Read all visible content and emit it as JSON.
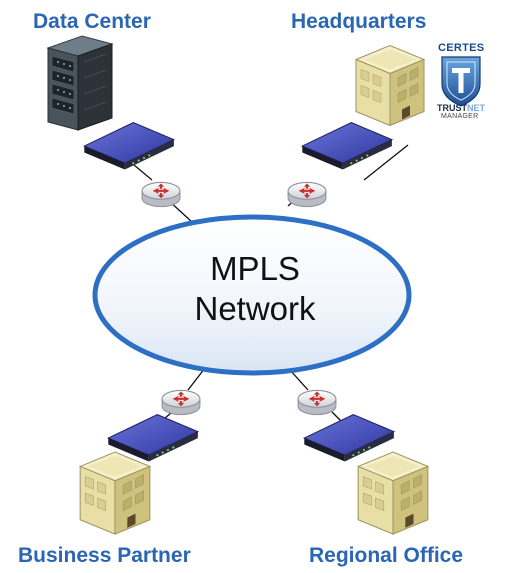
{
  "sites": {
    "data_center": "Data Center",
    "headquarters": "Headquarters",
    "business_partner": "Business Partner",
    "regional_office": "Regional Office"
  },
  "cloud": {
    "line1": "MPLS",
    "line2": "Network"
  },
  "logo": {
    "brand": "CERTES",
    "product_a": "TRUST",
    "product_b": "NET",
    "product_c": "MANAGER"
  },
  "colors": {
    "label": "#2a66b3",
    "cloud_border": "#2c6fc4",
    "cloud_fill": "#e9f1fb",
    "router_arrows": "#c8302a",
    "device_top": "#4a55c2",
    "building": "#e8dfa6"
  },
  "icons": [
    "server-rack-icon",
    "building-icon",
    "encryption-appliance-icon",
    "router-icon",
    "certes-shield-logo"
  ]
}
